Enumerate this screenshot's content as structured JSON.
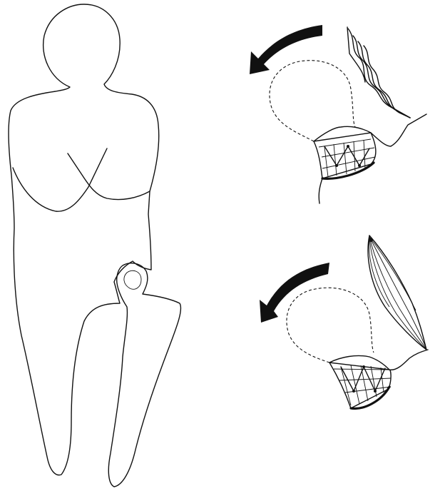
{
  "figure": {
    "panels": [
      {
        "name": "body-outline-with-thigh"
      },
      {
        "name": "hip-joint-rotation-upper"
      },
      {
        "name": "hip-joint-rotation-lower"
      }
    ],
    "colors": {
      "ink": "#111111",
      "background": "#ffffff"
    }
  }
}
